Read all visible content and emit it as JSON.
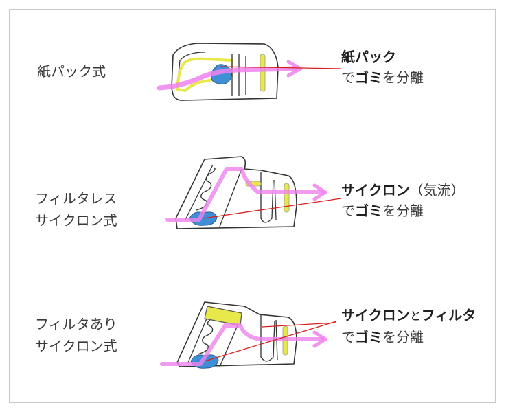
{
  "rows": [
    {
      "label_lines": [
        "紙パック式"
      ],
      "desc_line1_parts": [
        "紙パック"
      ],
      "desc_line2": [
        "で",
        "ゴミ",
        "を分離"
      ]
    },
    {
      "label_lines": [
        "フィルタレス",
        "サイクロン式"
      ],
      "desc_line1_parts": [
        "サイクロン",
        "（気流）"
      ],
      "desc_line2": [
        "で",
        "ゴミ",
        "を分離"
      ]
    },
    {
      "label_lines": [
        "フィルタあり",
        "サイクロン式"
      ],
      "desc_line1_parts": [
        "サイクロン",
        "と",
        "フィルタ"
      ],
      "desc_line2": [
        "で",
        "ゴミ",
        "を分離"
      ]
    }
  ],
  "colors": {
    "airflow": "#ee82ee",
    "filter": "#e8e84a",
    "dust": "#3f8fd6",
    "pointer": "#d62020",
    "outline": "#333333"
  }
}
